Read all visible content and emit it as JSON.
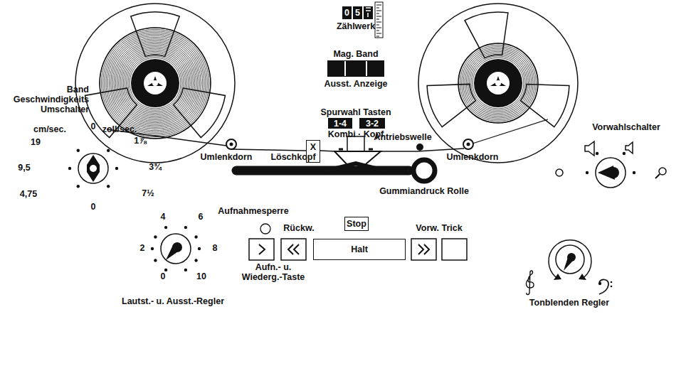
{
  "diagram": {
    "nodes": [
      {
        "text": [
          "0"
        ]
      },
      {
        "text": [
          "5"
        ]
      },
      {
        "text": [
          "1-4"
        ]
      },
      {
        "text": [
          "3-2"
        ]
      },
      {
        "text": [
          "X"
        ]
      },
      {
        "text": [
          "Stop"
        ]
      },
      {
        "text": [
          "Halt"
        ]
      }
    ],
    "edges": [],
    "labels": [
      "Zählwerk",
      "Mag. Band",
      "Ausst. Anzeige",
      "Spurwahl Tasten",
      "Kombi · Kopf",
      "Antriebswelle",
      "Umlenkdorn",
      "Löschkopf",
      "Umlenkdorn",
      "Gummiandruck Rolle",
      "Band Geschwindigkeits Umschalter",
      "cm/sec.",
      "0",
      "zoll/sec.",
      "19",
      "1⅞",
      "9,5",
      "3¾",
      "4,75",
      "7½",
      "0",
      "Vorwahlschalter",
      "Aufnahmesperre",
      "Rückw.",
      "Vorw. Trick",
      "Aufn.- u. Wiederg.-Taste",
      "4",
      "6",
      "2",
      "8",
      "0",
      "10",
      "Lautst.- u. Ausst.-Regler",
      "Tonblenden Regler"
    ]
  }
}
